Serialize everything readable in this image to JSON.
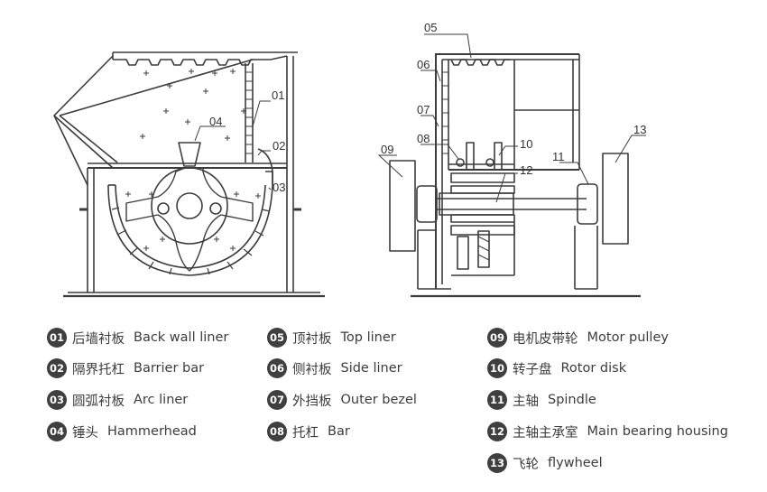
{
  "callouts": {
    "c01": "01",
    "c02": "02",
    "c03": "03",
    "c04": "04",
    "c05": "05",
    "c06": "06",
    "c07": "07",
    "c08": "08",
    "c09": "09",
    "c10": "10",
    "c11": "11",
    "c12": "12",
    "c13": "13"
  },
  "legend": [
    {
      "num": "01",
      "zh": "后墙衬板",
      "en": "Back wall liner"
    },
    {
      "num": "02",
      "zh": "隔界托杠",
      "en": "Barrier bar"
    },
    {
      "num": "03",
      "zh": "圆弧衬板",
      "en": "Arc liner"
    },
    {
      "num": "04",
      "zh": "锤头",
      "en": "Hammerhead"
    },
    {
      "num": "05",
      "zh": "顶衬板",
      "en": "Top liner"
    },
    {
      "num": "06",
      "zh": "侧衬板",
      "en": "Side liner"
    },
    {
      "num": "07",
      "zh": "外挡板",
      "en": "Outer bezel"
    },
    {
      "num": "08",
      "zh": "托杠",
      "en": "Bar"
    },
    {
      "num": "09",
      "zh": "电机皮带轮",
      "en": "Motor pulley"
    },
    {
      "num": "10",
      "zh": "转子盘",
      "en": "Rotor disk"
    },
    {
      "num": "11",
      "zh": "主轴",
      "en": "Spindle"
    },
    {
      "num": "12",
      "zh": "主轴主承室",
      "en": "Main bearing housing"
    },
    {
      "num": "13",
      "zh": "飞轮",
      "en": "flywheel"
    }
  ],
  "colors": {
    "line": "#3c3c3c",
    "badge": "#3f3f3f",
    "text": "#3a3a3a"
  }
}
